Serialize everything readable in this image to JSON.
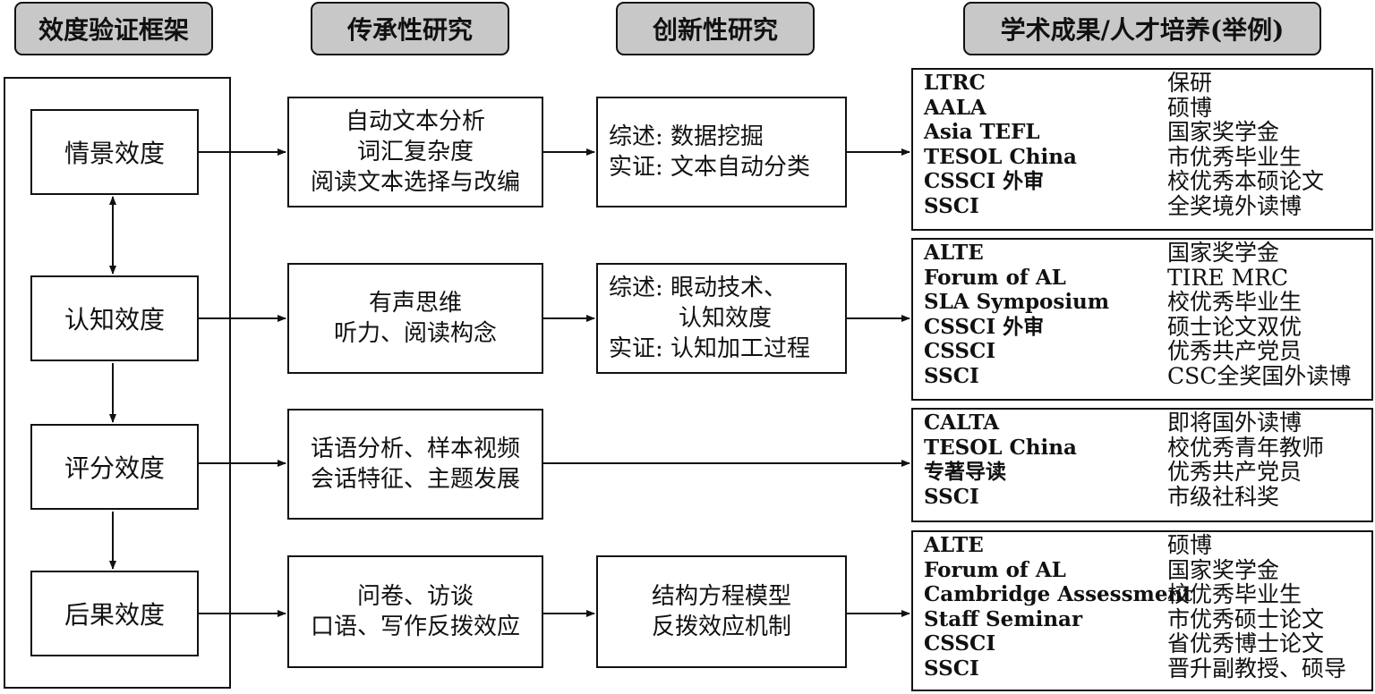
{
  "headers": [
    "效度验证框架",
    "传承性研究",
    "创新性研究",
    "学术成果/人才培养(举例)"
  ],
  "validity": [
    "情景效度",
    "认知效度",
    "评分效度",
    "后果效度"
  ],
  "heritage": [
    [
      "自动文本分析",
      "词汇复杂度",
      "阅读文本选择与改编"
    ],
    [
      "有声思维",
      "听力、阅读构念"
    ],
    [
      "话语分析、样本视频",
      "会话特征、主题发展"
    ],
    [
      "问卷、访谈",
      "口语、写作反拨效应"
    ]
  ],
  "innovation": [
    [
      "综述: 数据挖掘",
      "实证: 文本自动分类"
    ],
    [
      "综述: 眼动技术、",
      "　　　认知效度",
      "实证: 认知加工过程"
    ],
    [
      "结构方程模型",
      "反拨效应机制"
    ]
  ],
  "results": [
    {
      "venues": [
        "LTRC",
        "AALA",
        "Asia TEFL",
        "TESOL China",
        "CSSCI 外审",
        "SSCI"
      ],
      "talent": [
        "保研",
        "硕博",
        "国家奖学金",
        "市优秀毕业生",
        "校优秀本硕论文",
        "全奖境外读博"
      ]
    },
    {
      "venues": [
        "ALTE",
        "Forum of AL",
        "SLA Symposium",
        "CSSCI 外审",
        "CSSCI",
        "SSCI"
      ],
      "talent": [
        "国家奖学金",
        "TIRE MRC",
        "校优秀毕业生",
        "硕士论文双优",
        "优秀共产党员",
        "CSC全奖国外读博"
      ]
    },
    {
      "venues": [
        "CALTA",
        "TESOL China",
        "专著导读",
        "SSCI"
      ],
      "talent": [
        "即将国外读博",
        "校优秀青年教师",
        "优秀共产党员",
        "市级社科奖"
      ]
    },
    {
      "venues": [
        "ALTE",
        "Forum of AL",
        "Cambridge Assessment",
        "Staff Seminar",
        "CSSCI",
        "SSCI"
      ],
      "talent": [
        "硕博",
        "国家奖学金",
        "校优秀毕业生",
        "市优秀硕士论文",
        "省优秀博士论文",
        "晋升副教授、硕导"
      ]
    }
  ]
}
